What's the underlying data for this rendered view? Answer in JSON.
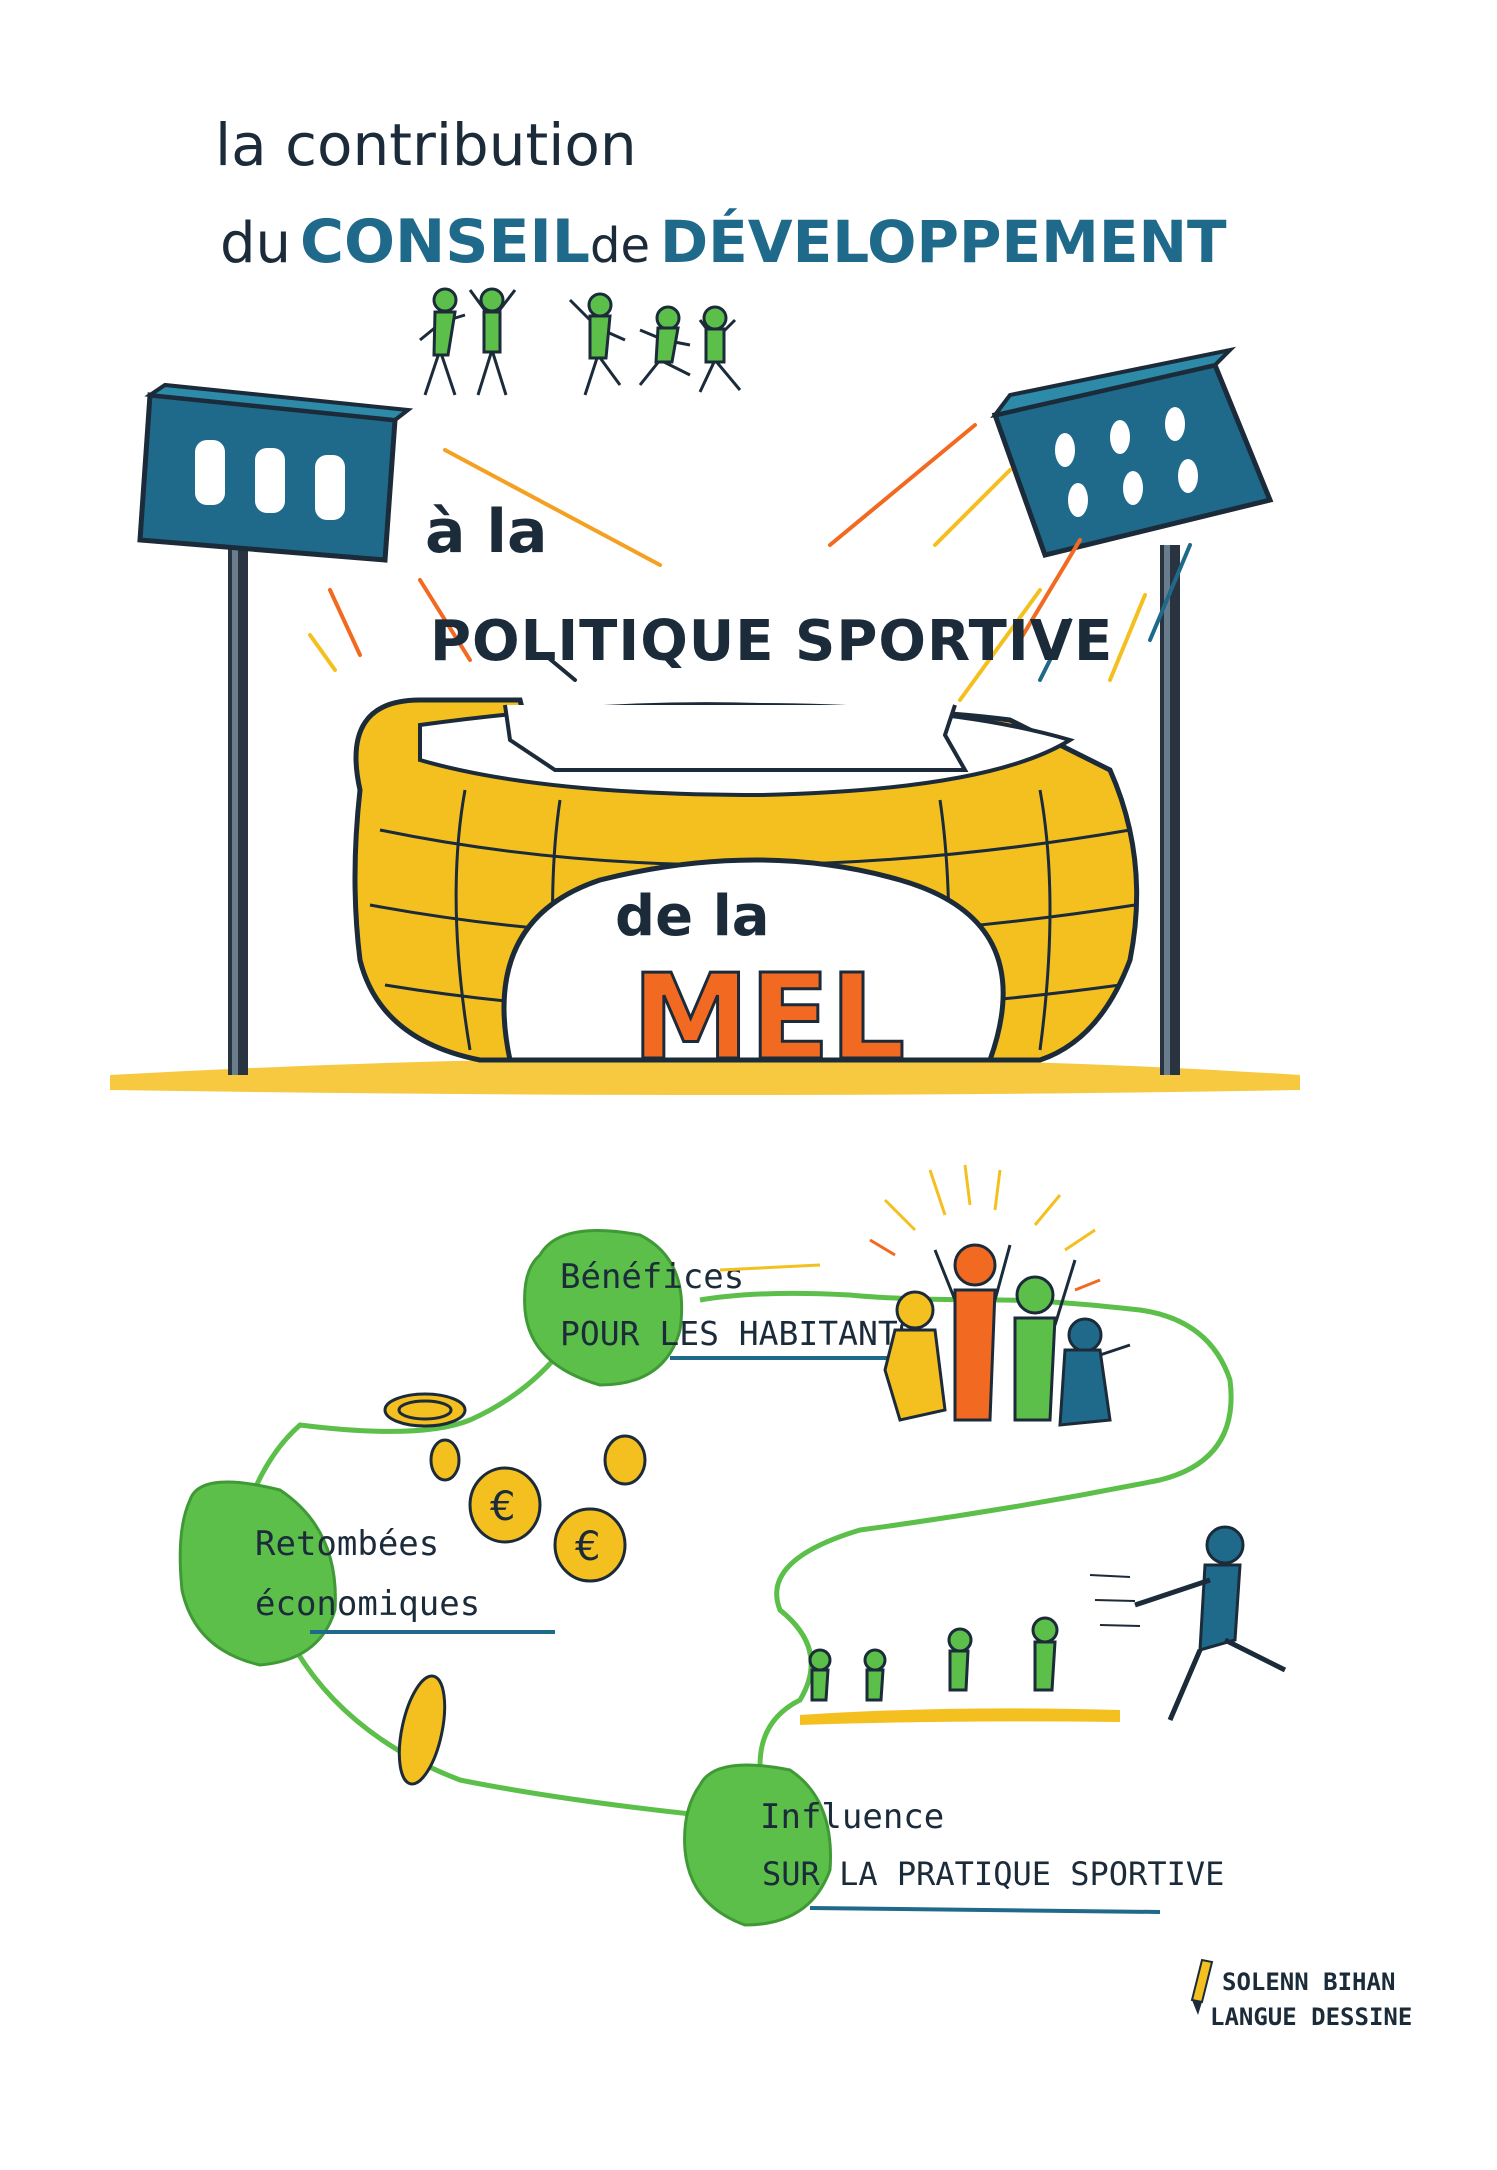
{
  "title": {
    "line1": "la contribution",
    "line2_prefix": "du",
    "line2_conseil": "CONSEIL",
    "line2_de": "de",
    "line2_developpement": "DÉVELOPPEMENT",
    "line3": "à la",
    "line4": "POLITIQUE SPORTIVE",
    "line5": "de la",
    "line6": "MEL"
  },
  "steps": [
    {
      "line1": "Bénéfices",
      "line2": "POUR LES HABITANTS"
    },
    {
      "line1": "Retombées",
      "line2": "économiques"
    },
    {
      "line1": "Influence",
      "line2": "SUR LA PRATIQUE SPORTIVE"
    }
  ],
  "credit": {
    "line1": "SOLENN BIHAN",
    "line2": "LANGUE DESSINE"
  },
  "colors": {
    "green": "#5cbf4a",
    "yellow": "#f4c020",
    "orange": "#f26a21",
    "blue": "#1f6a8a",
    "ink": "#1b2b3a"
  }
}
